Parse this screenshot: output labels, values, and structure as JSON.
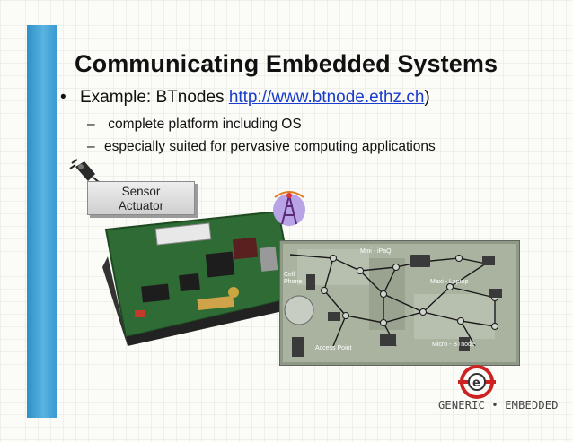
{
  "slide": {
    "title": "Communicating Embedded Systems",
    "bullet": {
      "prefix": "Example: BTnodes ",
      "link": "http://www.btnode.ethz.ch",
      "suffix": ")"
    },
    "sub_bullets": [
      " complete platform including OS",
      "especially suited for pervasive computing applications"
    ],
    "sensor_label_1": "Sensor",
    "sensor_label_2": "Actuator",
    "network_labels": {
      "mini": "Mini - iPaQ",
      "maxi": "Maxi - Laptop",
      "cell1": "Cell",
      "cell2": "Phone",
      "access": "Access Point",
      "micro": "Micro - BTnode"
    },
    "logo": "GENERIC • EMBEDDED",
    "colors": {
      "sidebar": "#3a9ad2",
      "link": "#1a3dcc",
      "logo_red": "#cc2222",
      "board_green": "#2f6b34"
    }
  }
}
